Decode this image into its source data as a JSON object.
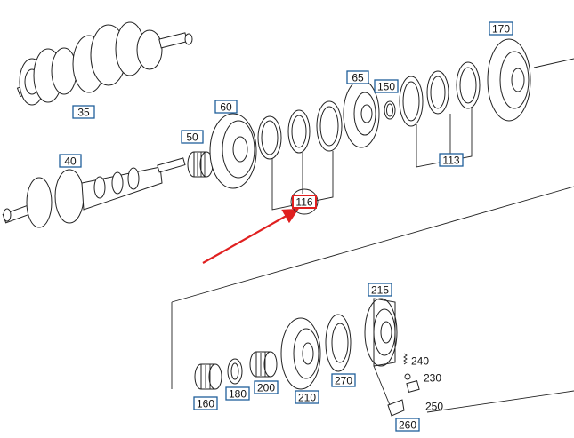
{
  "diagram": {
    "callouts": [
      {
        "id": "35",
        "text": "35"
      },
      {
        "id": "40",
        "text": "40"
      },
      {
        "id": "50",
        "text": "50"
      },
      {
        "id": "60",
        "text": "60"
      },
      {
        "id": "65",
        "text": "65"
      },
      {
        "id": "116",
        "text": "116",
        "highlight": true
      },
      {
        "id": "113",
        "text": "113"
      },
      {
        "id": "150",
        "text": "150"
      },
      {
        "id": "170",
        "text": "170"
      },
      {
        "id": "215",
        "text": "215"
      },
      {
        "id": "160",
        "text": "160"
      },
      {
        "id": "180",
        "text": "180"
      },
      {
        "id": "200",
        "text": "200"
      },
      {
        "id": "210",
        "text": "210"
      },
      {
        "id": "270",
        "text": "270"
      },
      {
        "id": "240",
        "text": "240"
      },
      {
        "id": "230",
        "text": "230"
      },
      {
        "id": "250",
        "text": "250"
      },
      {
        "id": "260",
        "text": "260"
      }
    ],
    "colors": {
      "callout_border": "#1f5f9a",
      "highlight": "#e02020",
      "line": "#222222"
    }
  }
}
